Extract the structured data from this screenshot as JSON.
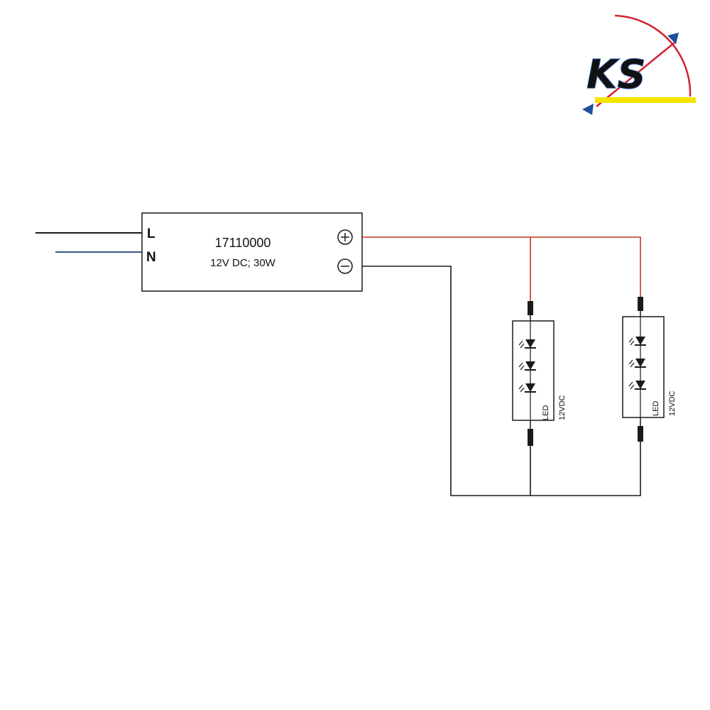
{
  "colors": {
    "wire": "#1a1a1a",
    "neutral_wire": "#3a5a8c",
    "positive_wire": "#c0391b",
    "logo_blue": "#1f4e9c",
    "logo_red": "#d32030",
    "logo_yellow": "#f5e400"
  },
  "logo": {
    "text": "KS"
  },
  "driver": {
    "terminal_l": "L",
    "terminal_n": "N",
    "part_number": "17110000",
    "spec": "12V DC; 30W",
    "plus_symbol": "+",
    "minus_symbol": "−"
  },
  "led_modules": [
    {
      "label": "LED",
      "voltage": "12VDC"
    },
    {
      "label": "LED",
      "voltage": "12VDC"
    }
  ]
}
